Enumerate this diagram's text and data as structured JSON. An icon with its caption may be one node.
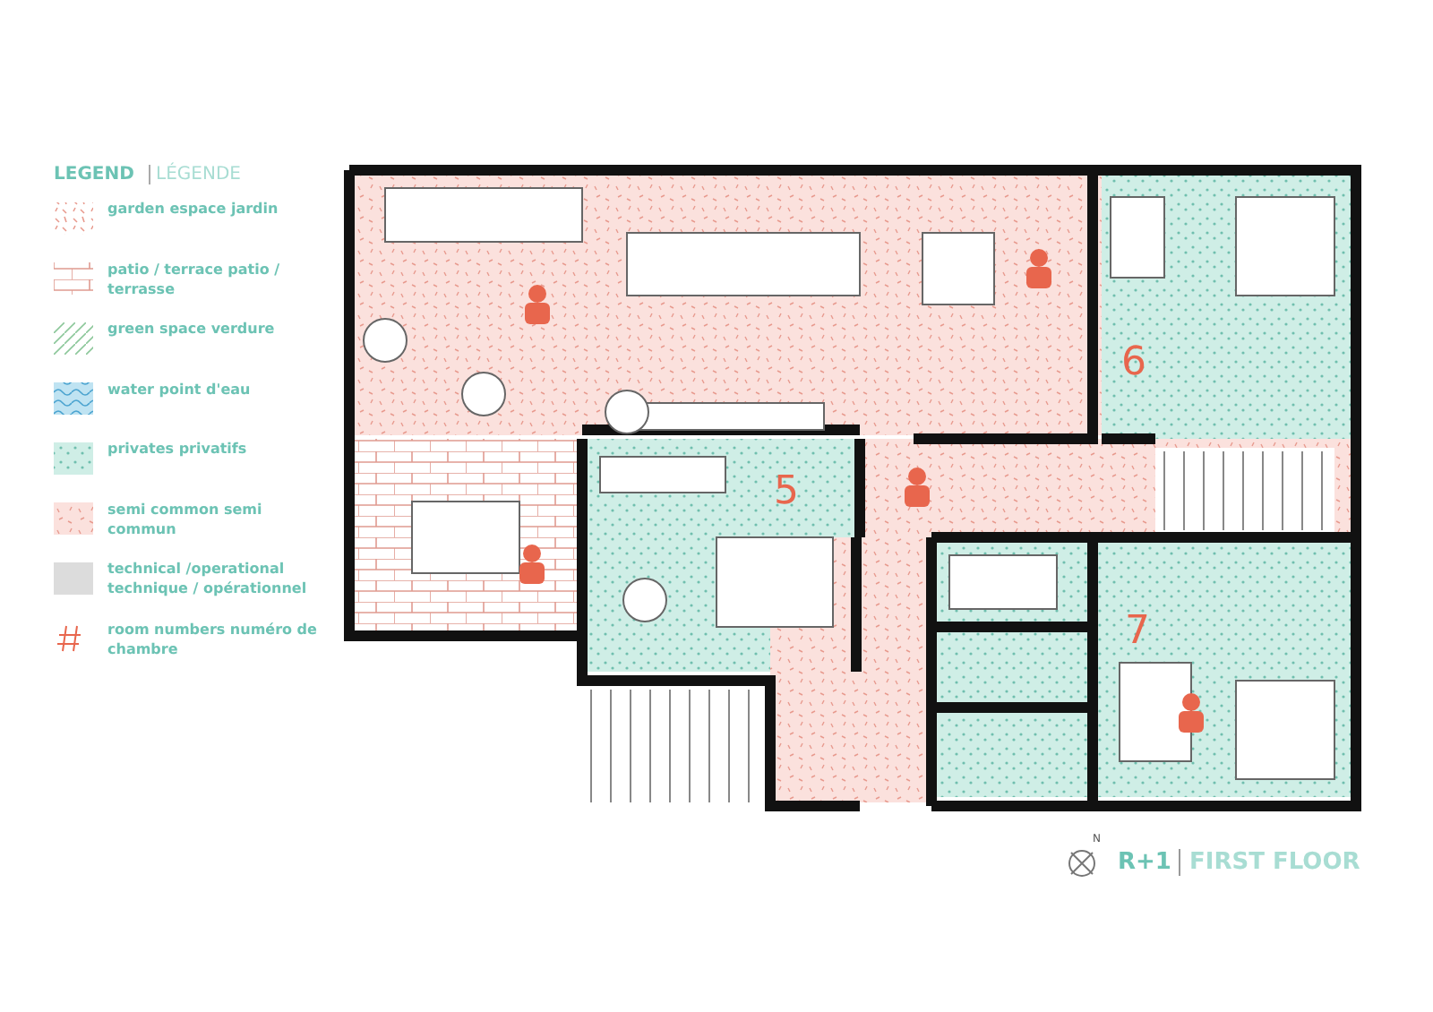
{
  "diagram": {
    "labels": [
      "LEGEND",
      "LÉGENDE",
      "5",
      "6",
      "7",
      "N",
      "R+1",
      "FIRST FLOOR"
    ],
    "legend": [
      {
        "text": "garden espace jardin"
      },
      {
        "text": "patio / terrace patio / terrasse"
      },
      {
        "text": "green space verdure"
      },
      {
        "text": "water point d'eau"
      },
      {
        "text": "privates privatifs"
      },
      {
        "text": "semi common semi commun"
      },
      {
        "text": "technical /operational technique / opérationnel",
        "color": "#dcdcdc"
      },
      {
        "text": "room numbers numéro de chambre"
      }
    ]
  }
}
